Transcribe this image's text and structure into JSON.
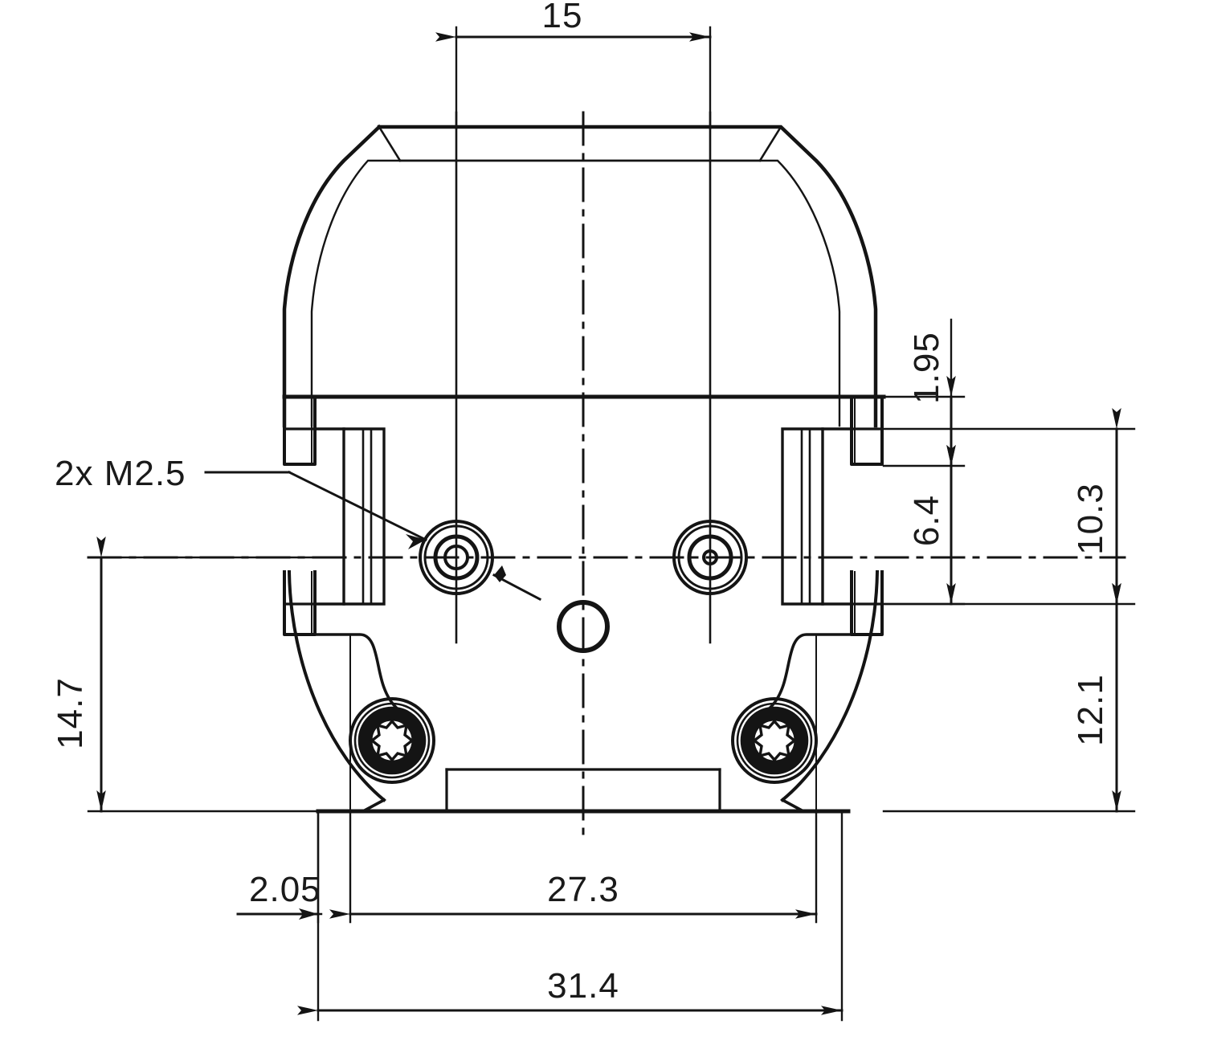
{
  "drawing": {
    "type": "engineering-drawing",
    "view": "front-view",
    "units": "mm",
    "line_color": "#141414",
    "background_color": "#ffffff"
  },
  "annotations": {
    "thread_note": "2x M2.5"
  },
  "dimensions": {
    "top_width": "15",
    "left_height": "14.7",
    "right_step_small": "1.95",
    "right_step_mid": "6.4",
    "right_upper": "10.3",
    "right_lower": "12.1",
    "bottom_offset": "2.05",
    "bottom_inner_width": "27.3",
    "bottom_overall_width": "31.4"
  },
  "features": {
    "threaded_holes": [
      {
        "name": "left-m25-hole",
        "label": "2x M2.5"
      },
      {
        "name": "right-m25-hole",
        "label": "2x M2.5"
      }
    ],
    "center_hole": {
      "name": "center-through-hole"
    },
    "torx_screws": [
      {
        "name": "left-torx-screw"
      },
      {
        "name": "right-torx-screw"
      }
    ]
  }
}
